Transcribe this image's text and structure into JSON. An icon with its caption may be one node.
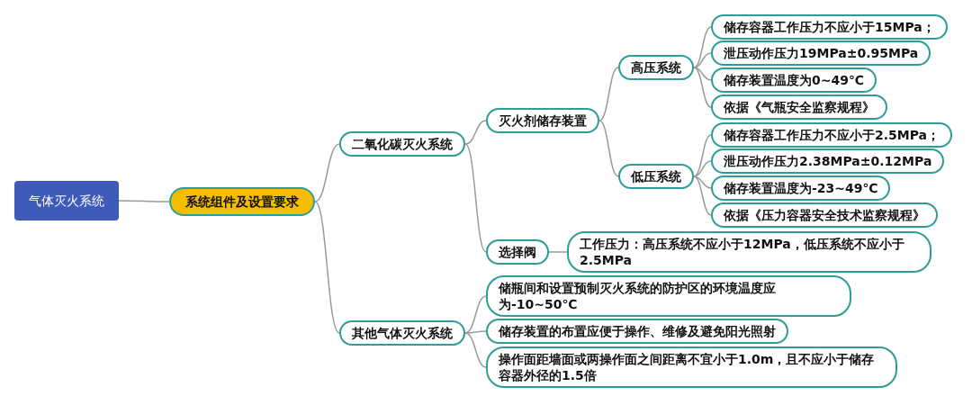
{
  "diagram": {
    "nodes": [
      {
        "text": [
          "气体灭火系统"
        ]
      },
      {
        "text": [
          "系统组件及设置要求"
        ]
      },
      {
        "text": [
          "二氧化碳灭火系统"
        ]
      },
      {
        "text": [
          "灭火剂储存装置"
        ]
      },
      {
        "text": [
          "高压系统"
        ]
      },
      {
        "text": [
          "储存容器工作压力不应小于15MPa；"
        ]
      },
      {
        "text": [
          "泄压动作压力19MPa±0.95MPa"
        ]
      },
      {
        "text": [
          "储存装置温度为0~49℃"
        ]
      },
      {
        "text": [
          "依据《气瓶安全监察规程》"
        ]
      },
      {
        "text": [
          "低压系统"
        ]
      },
      {
        "text": [
          "储存容器工作压力不应小于2.5MPa；"
        ]
      },
      {
        "text": [
          "泄压动作压力2.38MPa±0.12MPa"
        ]
      },
      {
        "text": [
          "储存装置温度为-23~49℃"
        ]
      },
      {
        "text": [
          "依据《压力容器安全技术监察规程》"
        ]
      },
      {
        "text": [
          "选择阀"
        ]
      },
      {
        "text": [
          "工作压力：高压系统不应小于12MPa，低压系统不应小于2.5MPa"
        ]
      },
      {
        "text": [
          "其他气体灭火系统"
        ]
      },
      {
        "text": [
          "储瓶间和设置预制灭火系统的防护区的环境温度应为-10~50℃"
        ]
      },
      {
        "text": [
          "储存装置的布置应便于操作、维修及避免阳光照射"
        ]
      },
      {
        "text": [
          "操作面距墙面或两操作面之间距离不宜小于1.0m，且不应小于储存容器外径的1.5倍"
        ]
      }
    ],
    "edges": [
      {
        "from": 0,
        "to": 1,
        "arrow": "none"
      },
      {
        "from": 1,
        "to": 2,
        "arrow": "none"
      },
      {
        "from": 1,
        "to": 16,
        "arrow": "none"
      },
      {
        "from": 2,
        "to": 3,
        "arrow": "none"
      },
      {
        "from": 2,
        "to": 14,
        "arrow": "none"
      },
      {
        "from": 3,
        "to": 4,
        "arrow": "none"
      },
      {
        "from": 3,
        "to": 9,
        "arrow": "none"
      },
      {
        "from": 4,
        "to": 5,
        "arrow": "none"
      },
      {
        "from": 4,
        "to": 6,
        "arrow": "none"
      },
      {
        "from": 4,
        "to": 7,
        "arrow": "none"
      },
      {
        "from": 4,
        "to": 8,
        "arrow": "none"
      },
      {
        "from": 9,
        "to": 10,
        "arrow": "none"
      },
      {
        "from": 9,
        "to": 11,
        "arrow": "none"
      },
      {
        "from": 9,
        "to": 12,
        "arrow": "none"
      },
      {
        "from": 9,
        "to": 13,
        "arrow": "none"
      },
      {
        "from": 14,
        "to": 15,
        "arrow": "none"
      },
      {
        "from": 16,
        "to": 17,
        "arrow": "none"
      },
      {
        "from": 16,
        "to": 18,
        "arrow": "none"
      },
      {
        "from": 16,
        "to": 19,
        "arrow": "none"
      }
    ]
  }
}
